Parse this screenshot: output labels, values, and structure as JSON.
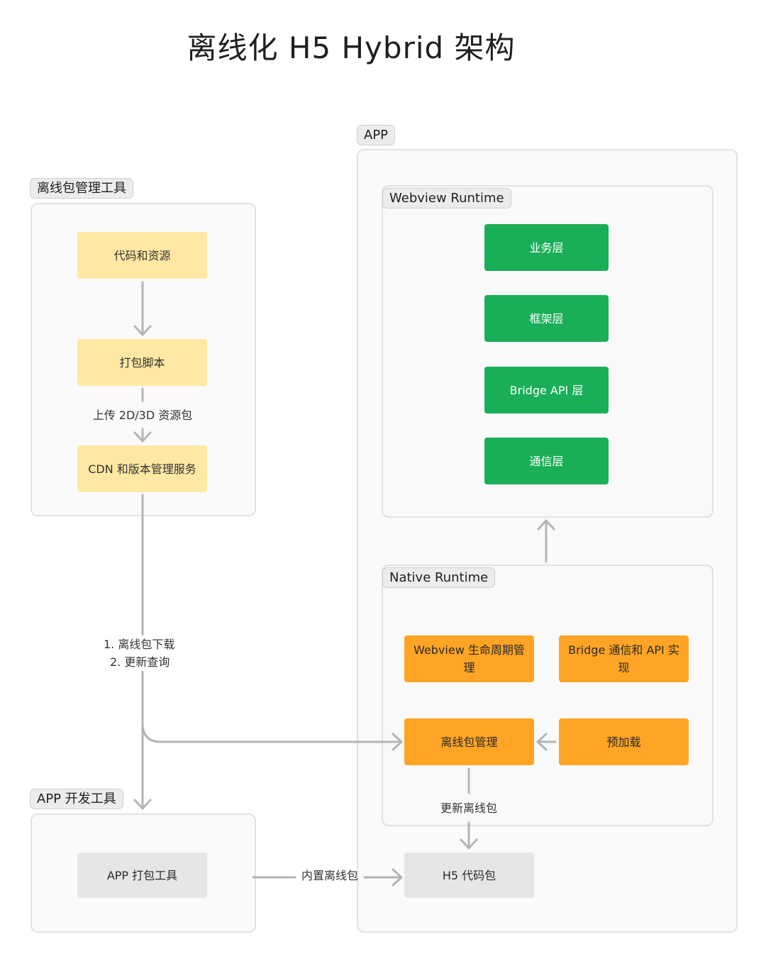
{
  "title": "离线化 H5 Hybrid 架构",
  "groups": {
    "tools": "离线包管理工具",
    "app": "APP",
    "webview": "Webview Runtime",
    "native": "Native Runtime",
    "devtools": "APP 开发工具"
  },
  "nodes": {
    "code": "代码和资源",
    "script": "打包脚本",
    "cdn": "CDN 和版本管理服务",
    "business": "业务层",
    "framework": "框架层",
    "bridge_api": "Bridge API 层",
    "comm": "通信层",
    "lifecycle": "Webview 生命周期管理",
    "bridge_impl": "Bridge 通信和 API 实现",
    "pkg_mgmt": "离线包管理",
    "preload": "预加载",
    "app_pack": "APP 打包工具",
    "h5_pkg": "H5 代码包"
  },
  "edges": {
    "upload": "上传 2D/3D 资源包",
    "download_1": "1. 离线包下载",
    "download_2": "2. 更新查询",
    "update": "更新离线包",
    "builtin": "内置离线包"
  },
  "colors": {
    "yellow": "#ffe8a3",
    "green": "#1aae57",
    "orange": "#ffa424",
    "gray": "#e6e6e6",
    "arrow": "#b4b4b4"
  }
}
